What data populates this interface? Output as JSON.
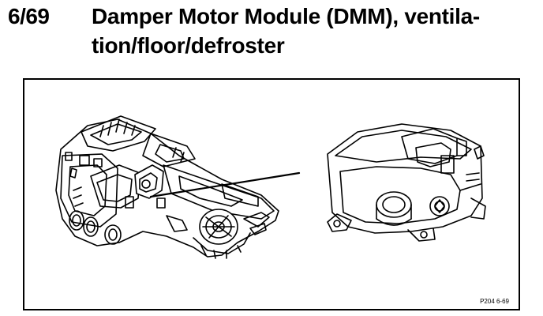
{
  "heading": {
    "number": "6/69",
    "title_line1": "Damper Motor Module (DMM), ventila-",
    "title_line2": "tion/floor/defroster"
  },
  "figure": {
    "reference_code": "P204 6-69",
    "left_drawing": "HVAC housing assembly with blower",
    "right_drawing": "Damper motor module"
  }
}
